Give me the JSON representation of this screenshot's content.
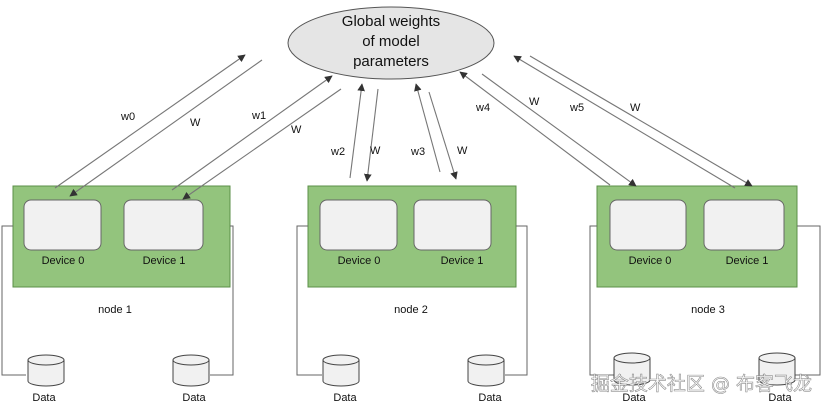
{
  "server": {
    "label_line1": "Global weights",
    "label_line2": "of model",
    "label_line3": "parameters"
  },
  "arrows": {
    "w0": "w0",
    "W_n1_d0": "W",
    "w1": "w1",
    "W_n1_d1": "W",
    "w2": "w2",
    "W_n2_d0": "W",
    "w3": "w3",
    "W_n2_d1": "W",
    "w4": "w4",
    "W_n3_d0": "W",
    "w5": "w5",
    "W_n3_d1": "W"
  },
  "nodes": [
    {
      "label": "node 1",
      "device0": "Device 0",
      "device1": "Device 1",
      "data_left": "Data",
      "data_right": "Data"
    },
    {
      "label": "node 2",
      "device0": "Device 0",
      "device1": "Device 1",
      "data_left": "Data",
      "data_right": "Data"
    },
    {
      "label": "node 3",
      "device0": "Device 0",
      "device1": "Device 1",
      "data_left": "Data",
      "data_right": "Data"
    }
  ],
  "watermark": "掘金技术社区 @ 布客飞龙",
  "colors": {
    "node_fill": "#93c47d",
    "node_stroke": "#5b8f48",
    "device_fill": "#f1f1f1",
    "ellipse_fill": "#e5e5e5",
    "line": "#666666"
  }
}
